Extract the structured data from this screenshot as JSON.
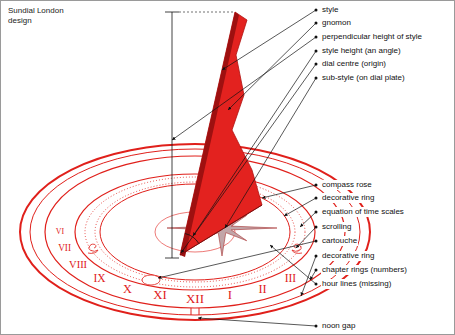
{
  "diagram": {
    "title": "Sundial London design",
    "labels": [
      "style",
      "gnomon",
      "perpendicular height of style",
      "style height (an angle)",
      "dial centre (origin)",
      "sub-style (on dial plate)",
      "compass rose",
      "decorative ring",
      "equation of time scales",
      "scrolling",
      "cartouche",
      "decorative ring",
      "chapter rings (numbers)",
      "hour lines (missing)",
      "noon gap",
      "VI",
      "VII",
      "VIII",
      "IX",
      "X",
      "XI",
      "XII",
      "I",
      "II",
      "III"
    ]
  }
}
